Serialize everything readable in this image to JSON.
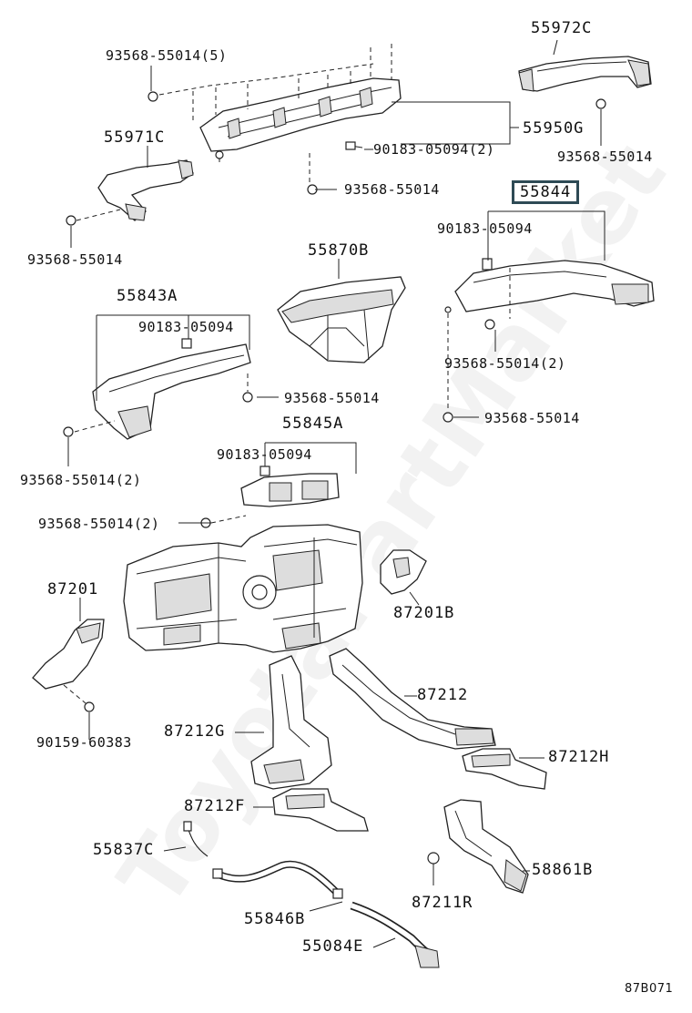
{
  "watermark": "ToyotaPartMarket",
  "figure_code": "87B071",
  "labels": {
    "l_93568_55014_5": "93568-55014(5)",
    "l_55972C": "55972C",
    "l_55971C": "55971C",
    "l_55950G": "55950G",
    "l_90183_05094_2_top": "90183-05094(2)",
    "l_93568_55014_right_top": "93568-55014",
    "l_93568_55014_center_top": "93568-55014",
    "l_93568_55014_left_top": "93568-55014",
    "l_55844": "55844",
    "l_90183_05094_right": "90183-05094",
    "l_55870B": "55870B",
    "l_55843A": "55843A",
    "l_90183_05094_left": "90183-05094",
    "l_93568_55014_2_right": "93568-55014(2)",
    "l_93568_55014_mid_left": "93568-55014",
    "l_93568_55014_mid_right": "93568-55014",
    "l_55845A": "55845A",
    "l_93568_55014_2_left": "93568-55014(2)",
    "l_90183_05094_center": "90183-05094",
    "l_93568_55014_2_center": "93568-55014(2)",
    "l_87201": "87201",
    "l_87201B": "87201B",
    "l_87212": "87212",
    "l_87212G": "87212G",
    "l_90159_60383": "90159-60383",
    "l_87212H": "87212H",
    "l_87212F": "87212F",
    "l_55837C": "55837C",
    "l_58861B": "58861B",
    "l_87211R": "87211R",
    "l_55846B": "55846B",
    "l_55084E": "55084E"
  }
}
